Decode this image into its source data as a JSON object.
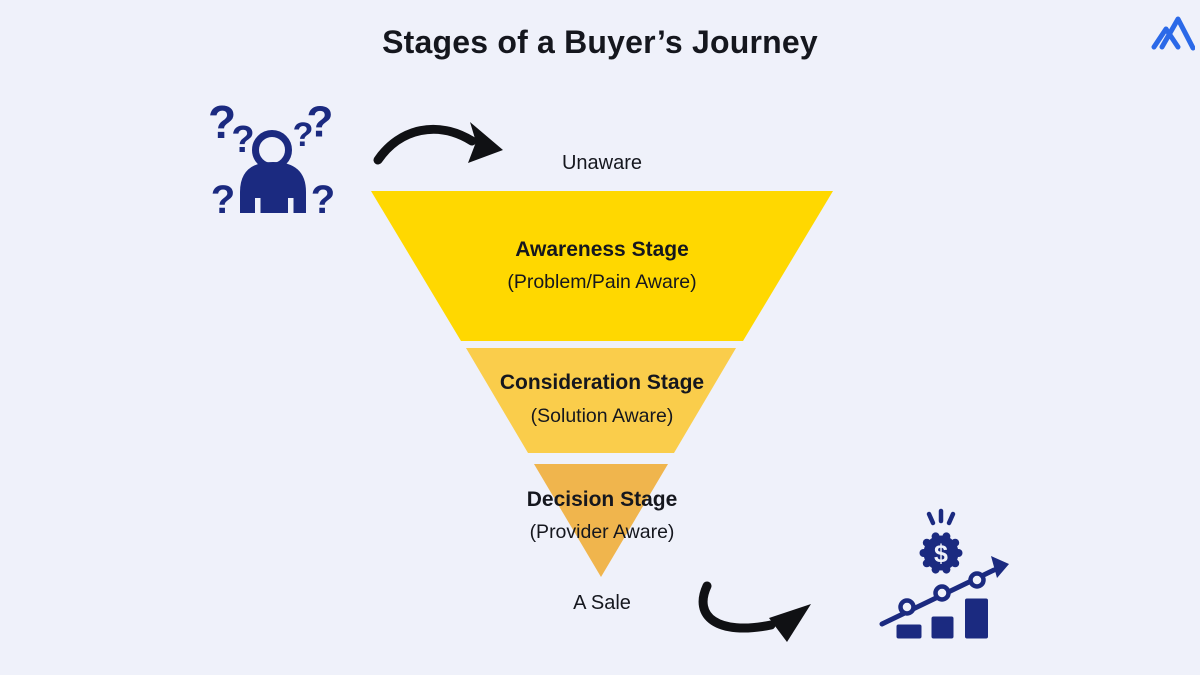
{
  "title": "Stages of a Buyer’s Journey",
  "funnel": {
    "entry_label": "Unaware",
    "exit_label": "A Sale",
    "stages": [
      {
        "name": "Awareness Stage",
        "subtitle": "(Problem/Pain Aware)",
        "color": "#FFD800"
      },
      {
        "name": "Consideration Stage",
        "subtitle": "(Solution Aware)",
        "color": "#FACD4B"
      },
      {
        "name": "Decision Stage",
        "subtitle": "(Provider Aware)",
        "color": "#F0B54D"
      }
    ]
  },
  "icons": {
    "question_glyph": "?",
    "dollar_glyph": "$",
    "confused_buyer": "confused-person-with-question-marks",
    "entry_arrow": "curved-arrow-right",
    "exit_arrow": "curved-arrow-up-right",
    "growth": "rising-bar-chart-with-dollar-badge",
    "logo": "mountain-peaks-logo"
  },
  "colors": {
    "background": "#EFF1FA",
    "icon_navy": "#1B2A80",
    "arrow_black": "#101114",
    "logo_blue": "#2B69E8",
    "text": "#15171E"
  }
}
